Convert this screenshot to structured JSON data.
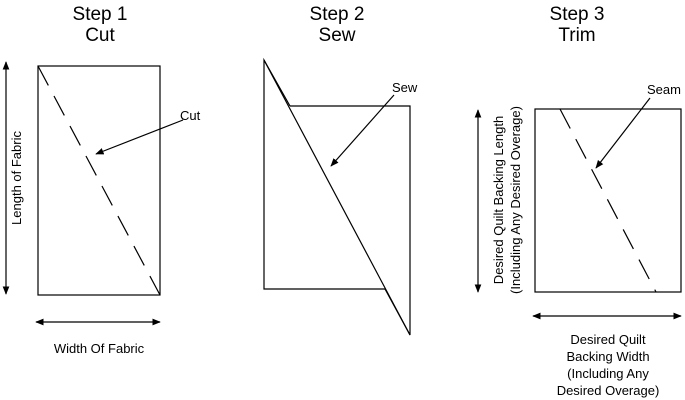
{
  "steps": [
    {
      "title": "Step 1",
      "subtitle": "Cut",
      "annotation": "Cut",
      "vertical_label": "Length of Fabric",
      "horizontal_label": "Width Of Fabric"
    },
    {
      "title": "Step 2",
      "subtitle": "Sew",
      "annotation": "Sew"
    },
    {
      "title": "Step 3",
      "subtitle": "Trim",
      "annotation": "Seam",
      "vertical_label_line1": "Desired Quilt Backing Length",
      "vertical_label_line2": "(Including Any Desired Overage)",
      "horizontal_label_lines": [
        "Desired Quilt",
        "Backing Width",
        "(Including Any",
        "Desired Overage)"
      ]
    }
  ]
}
